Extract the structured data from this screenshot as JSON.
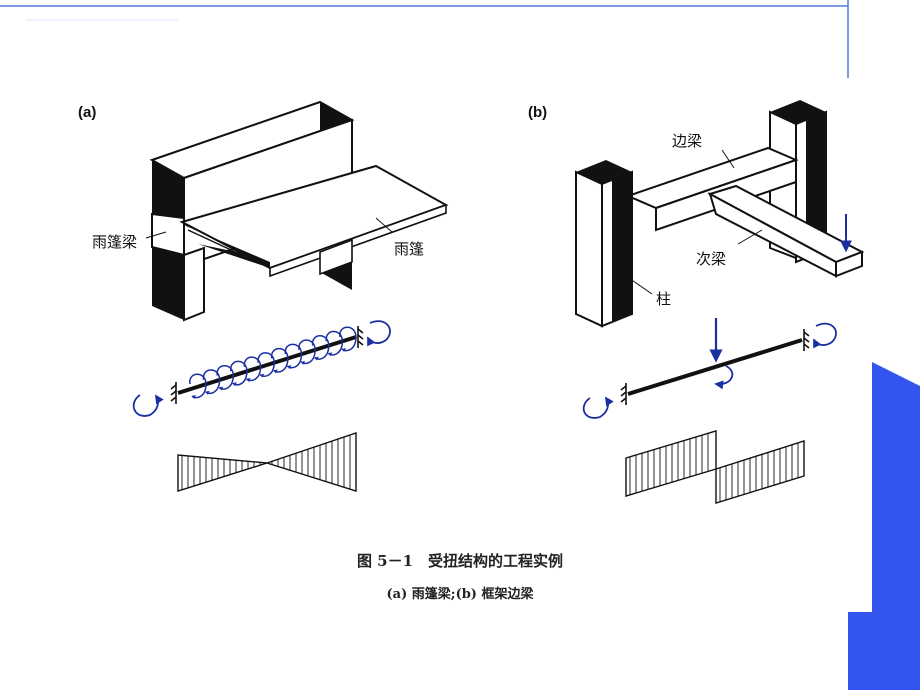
{
  "panel_a": {
    "tag": "(a)",
    "label_beam": "雨篷梁",
    "label_canopy": "雨篷"
  },
  "panel_b": {
    "tag": "(b)",
    "label_edge_beam": "边梁",
    "label_secondary_beam": "次梁",
    "label_column": "柱"
  },
  "caption": {
    "title": "图 5－1　受扭结构的工程实例",
    "subtitle": "(a) 雨篷梁;(b) 框架边梁"
  },
  "colors": {
    "slide_accent": "#3355ee",
    "slide_line": "#5577dd",
    "load_arrow": "#1a2fa0",
    "ink": "#111111"
  }
}
